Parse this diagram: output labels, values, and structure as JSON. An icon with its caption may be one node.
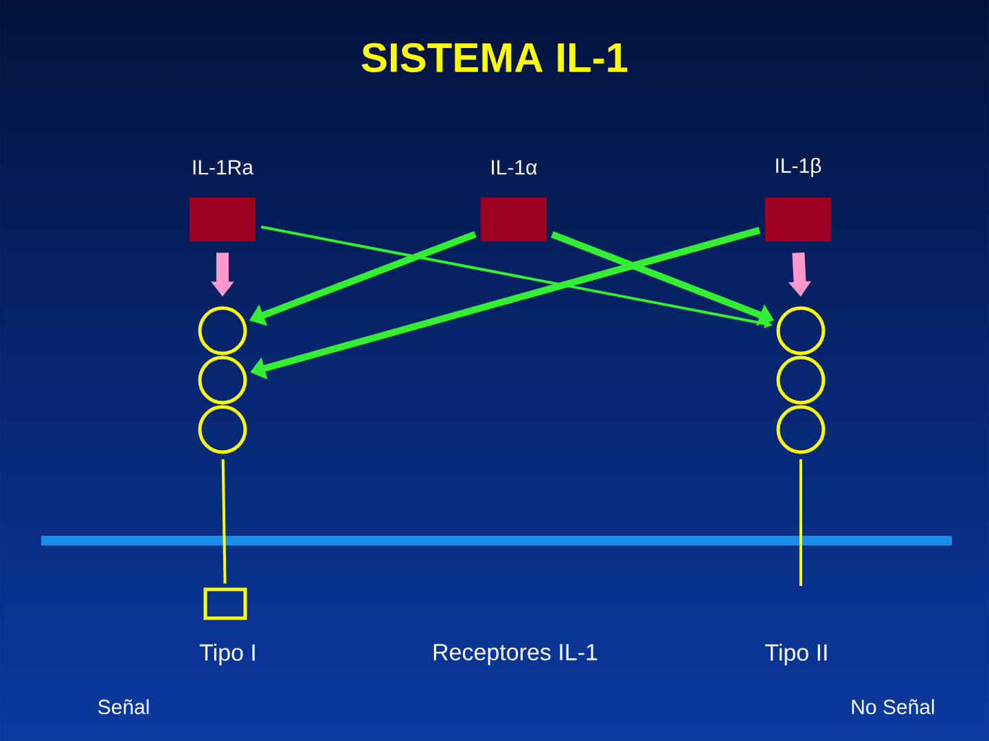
{
  "diagram": {
    "title": "SISTEMA IL-1",
    "nodes": [
      {
        "text": [
          "IL-1Ra"
        ]
      },
      {
        "text": [
          "IL-1α"
        ]
      },
      {
        "text": [
          "IL-1β"
        ]
      },
      {
        "text": [],
        "shape": "circle"
      },
      {
        "text": [],
        "shape": "circle"
      },
      {
        "text": [],
        "shape": "circle"
      },
      {
        "text": [],
        "shape": "circle"
      },
      {
        "text": [],
        "shape": "circle"
      },
      {
        "text": [],
        "shape": "circle"
      },
      {
        "text": [],
        "shape": "box"
      }
    ],
    "edges": [
      {
        "from": 0,
        "to": 3,
        "arrow": "to",
        "style": "thick",
        "color": "#ff99cc"
      },
      {
        "from": 2,
        "to": 6,
        "arrow": "to",
        "style": "thick",
        "color": "#ff99cc"
      },
      {
        "from": 0,
        "to": 6,
        "arrow": "to"
      },
      {
        "from": 1,
        "to": 3,
        "arrow": "to"
      },
      {
        "from": 1,
        "to": 6,
        "arrow": "to"
      },
      {
        "from": 2,
        "to": 4,
        "arrow": "to"
      },
      {
        "from": 5,
        "to": 9,
        "arrow": "none",
        "color": "#ffff00"
      },
      {
        "from": 8,
        "to": null,
        "arrow": "none",
        "color": "#ffff00"
      }
    ],
    "labels": [
      "Tipo  I",
      "Receptores IL-1",
      "Tipo  II",
      "Señal",
      "No Señal"
    ]
  }
}
